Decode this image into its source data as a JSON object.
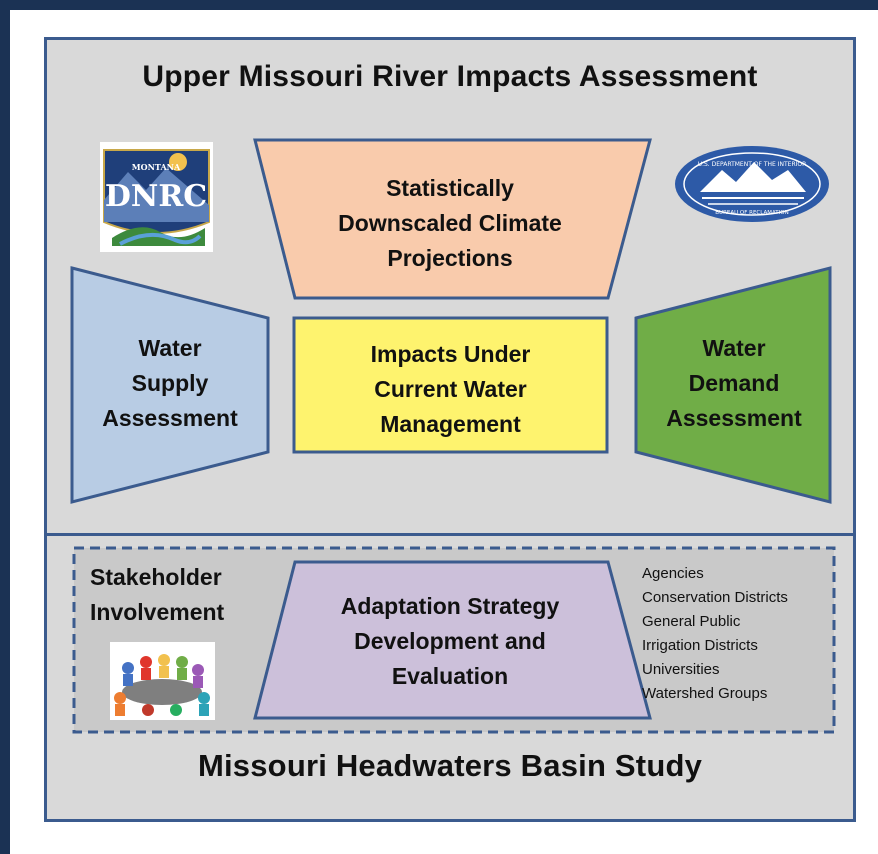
{
  "header": {
    "title": "Upper Missouri River Impacts Assessment"
  },
  "footer": {
    "title": "Missouri Headwaters Basin Study"
  },
  "logos": {
    "dnrc": {
      "top_text": "MONTANA",
      "main_text": "DNRC"
    },
    "reclamation": {
      "top_text": "U.S. DEPARTMENT OF THE INTERIOR",
      "bottom_text": "BUREAU OF RECLAMATION"
    }
  },
  "boxes": {
    "climate": {
      "lines": [
        "Statistically",
        "Downscaled Climate",
        "Projections"
      ],
      "color": "#f9cbac"
    },
    "supply": {
      "lines": [
        "Water",
        "Supply",
        "Assessment"
      ],
      "color": "#b8cce4"
    },
    "impacts": {
      "lines": [
        "Impacts Under",
        "Current Water",
        "Management"
      ],
      "color": "#fef36e"
    },
    "demand": {
      "lines": [
        "Water",
        "Demand",
        "Assessment"
      ],
      "color": "#70ad47"
    },
    "adaptation": {
      "lines": [
        "Adaptation Strategy",
        "Development and",
        "Evaluation"
      ],
      "color": "#ccc0da"
    }
  },
  "stakeholder": {
    "lines": [
      "Stakeholder",
      "Involvement"
    ],
    "groups": [
      "Agencies",
      "Conservation Districts",
      "General Public",
      "Irrigation Districts",
      "Universities",
      "Watershed Groups"
    ]
  },
  "colors": {
    "border": "#3b5b8e",
    "background": "#d9d9d9",
    "page_border": "#1b3254"
  }
}
